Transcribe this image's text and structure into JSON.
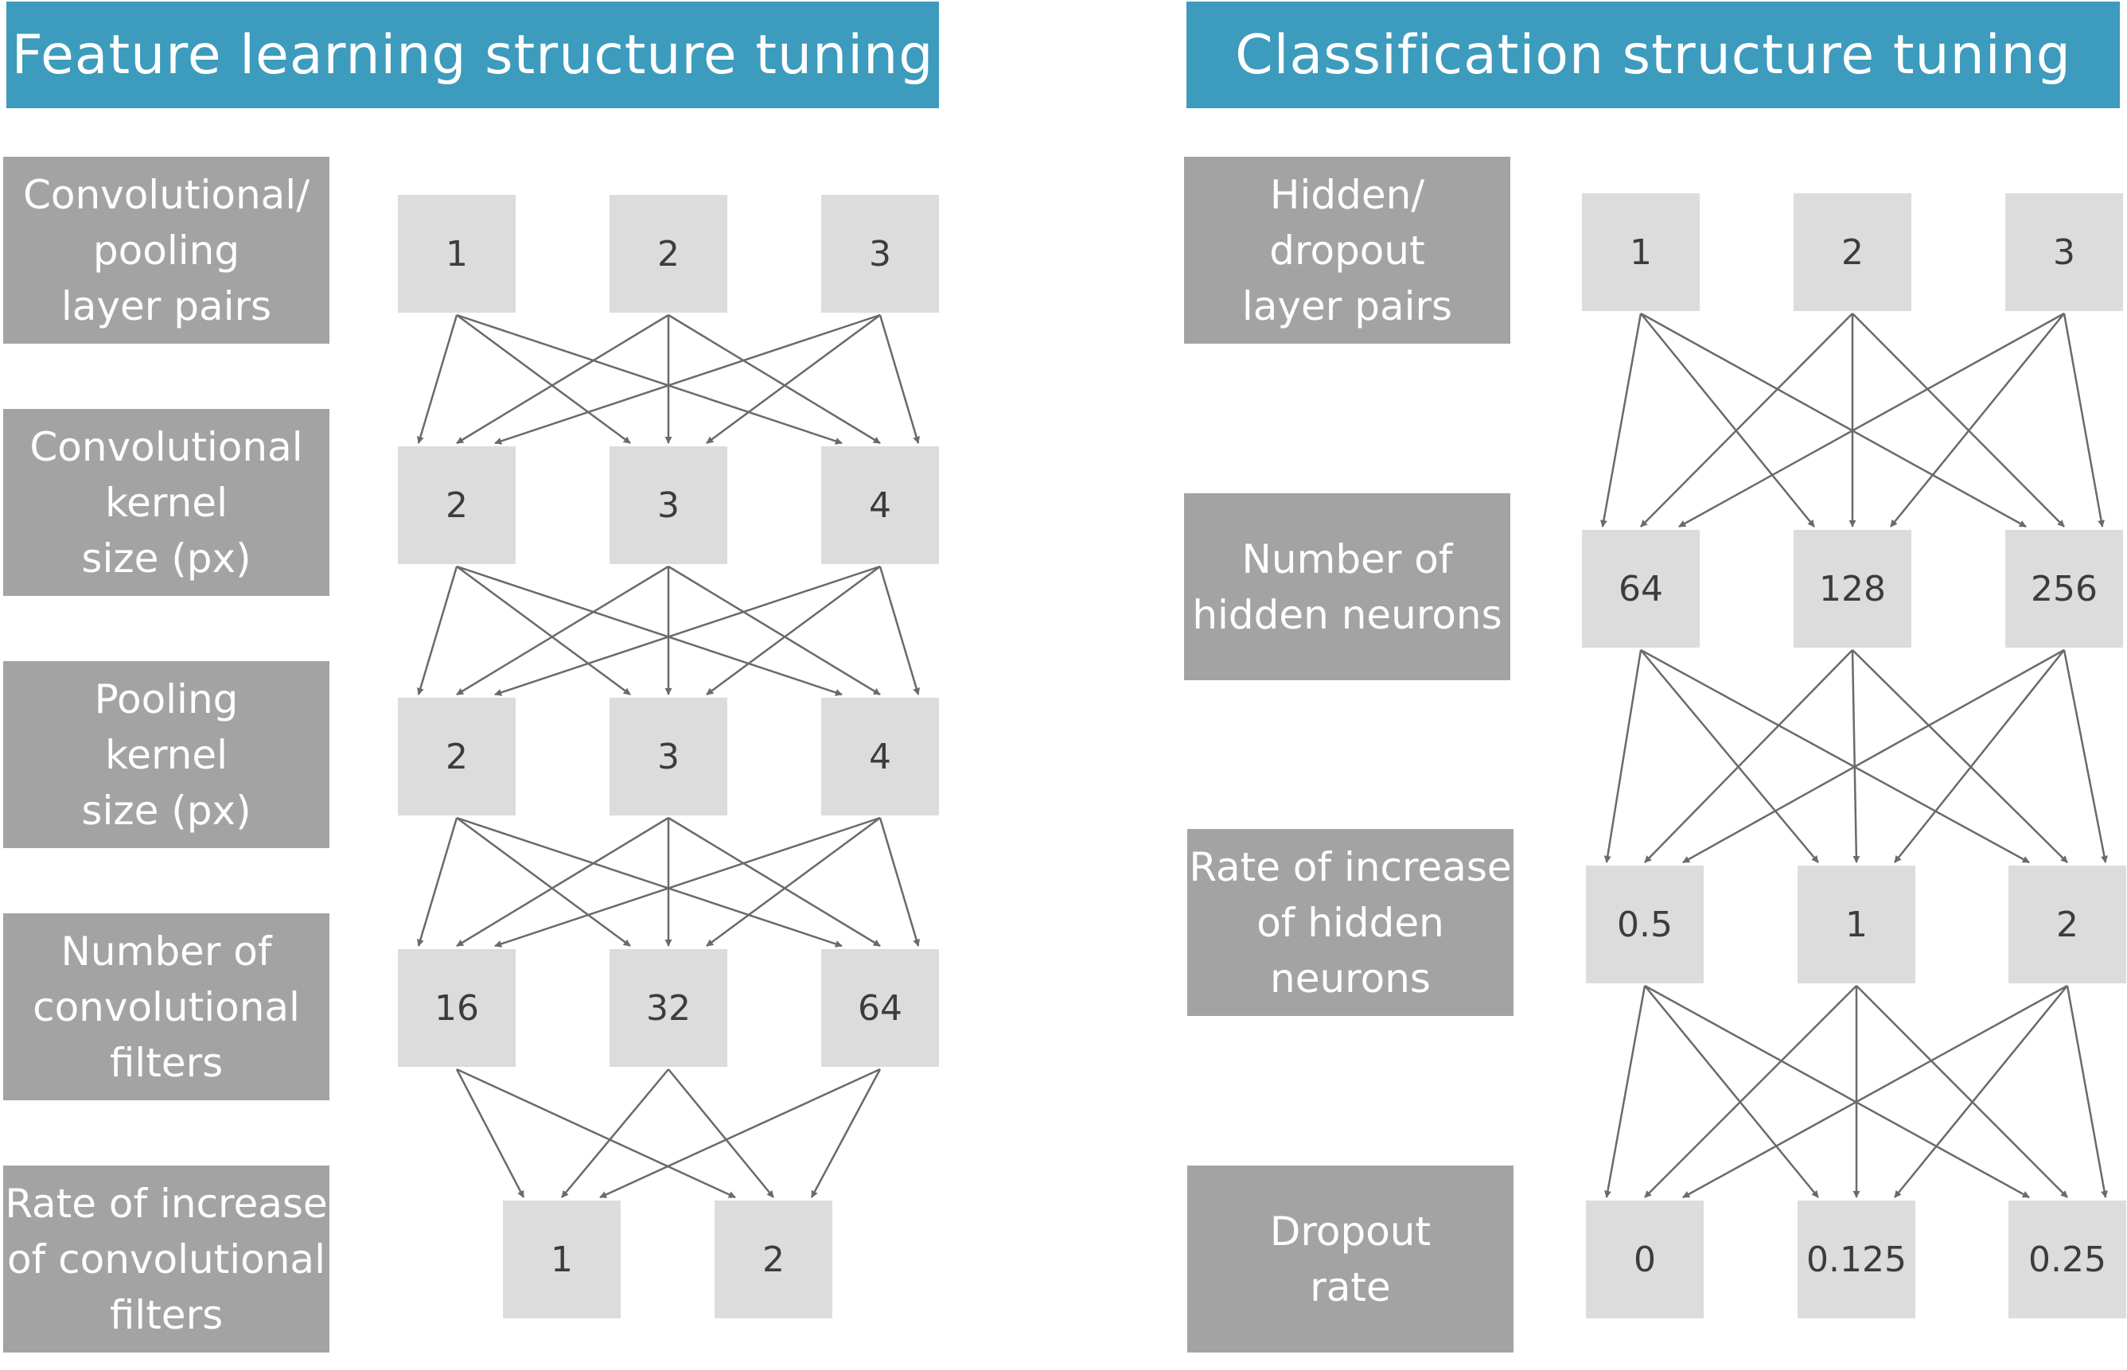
{
  "left": {
    "title": "Feature learning structure tuning",
    "rows": [
      {
        "label": "Convolutional/\npooling\nlayer pairs",
        "options": [
          "1",
          "2",
          "3"
        ]
      },
      {
        "label": "Convolutional\nkernel\nsize (px)",
        "options": [
          "2",
          "3",
          "4"
        ]
      },
      {
        "label": "Pooling\nkernel\nsize (px)",
        "options": [
          "2",
          "3",
          "4"
        ]
      },
      {
        "label": "Number of\nconvolutional\nfilters",
        "options": [
          "16",
          "32",
          "64"
        ]
      },
      {
        "label": "Rate of increase\nof convolutional\nfilters",
        "options": [
          "1",
          "2"
        ]
      }
    ]
  },
  "right": {
    "title": "Classification structure tuning",
    "rows": [
      {
        "label": "Hidden/\ndropout\nlayer pairs",
        "options": [
          "1",
          "2",
          "3"
        ]
      },
      {
        "label": "Number of\nhidden neurons",
        "options": [
          "64",
          "128",
          "256"
        ]
      },
      {
        "label": "Rate of increase\nof hidden\nneurons",
        "options": [
          "0.5",
          "1",
          "2"
        ]
      },
      {
        "label": "Dropout\nrate",
        "options": [
          "0",
          "0.125",
          "0.25"
        ]
      }
    ]
  },
  "colors": {
    "header": "#3d9bbd",
    "label": "#a3a3a3",
    "node": "#dcdcdc",
    "arrow": "#6a6a6a"
  }
}
